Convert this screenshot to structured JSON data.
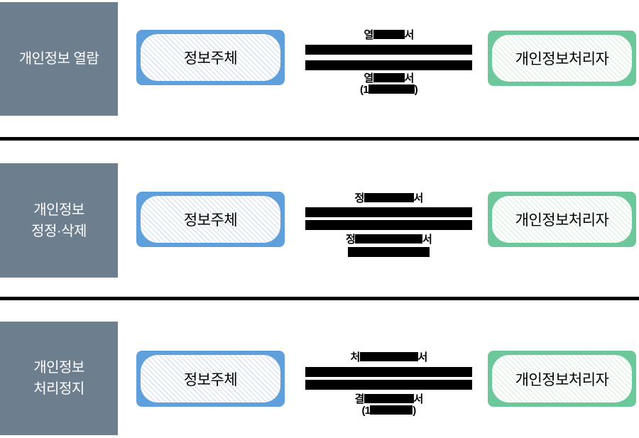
{
  "diagram_title": "개인정보 열람·정정·삭제·처리정지 절차 (redacted flow diagram)",
  "colors": {
    "category_box": "#6d7e8f",
    "subject_box_border": "#5f9fdc",
    "subject_box_hatch": "#d9e4f3",
    "processor_box_border": "#6cc89b",
    "processor_box_hatch": "#def2e8",
    "redaction": "#000000",
    "category_text": "#ffffff",
    "label_text": "#000000",
    "background": "#ffffff"
  },
  "rows": [
    {
      "category_line1": "개인정보 열람",
      "category_line2": "",
      "subject": "정보주체",
      "processor": "개인정보처리자",
      "top_label_pre": "열",
      "top_label_post": "서",
      "bottom_label_pre": "열",
      "bottom_label_post": "서",
      "sub_label_pre": "(1",
      "sub_label_post": ")"
    },
    {
      "category_line1": "개인정보",
      "category_line2": "정정·삭제",
      "subject": "정보주체",
      "processor": "개인정보처리자",
      "top_label_pre": "정",
      "top_label_post": "서",
      "bottom_label_pre": "정",
      "bottom_label_post": "서",
      "sub_label_pre": "",
      "sub_label_post": ""
    },
    {
      "category_line1": "개인정보",
      "category_line2": "처리정지",
      "subject": "정보주체",
      "processor": "개인정보처리자",
      "top_label_pre": "처",
      "top_label_post": "서",
      "bottom_label_pre": "결",
      "bottom_label_post": "서",
      "sub_label_pre": "(1",
      "sub_label_post": ")"
    }
  ]
}
